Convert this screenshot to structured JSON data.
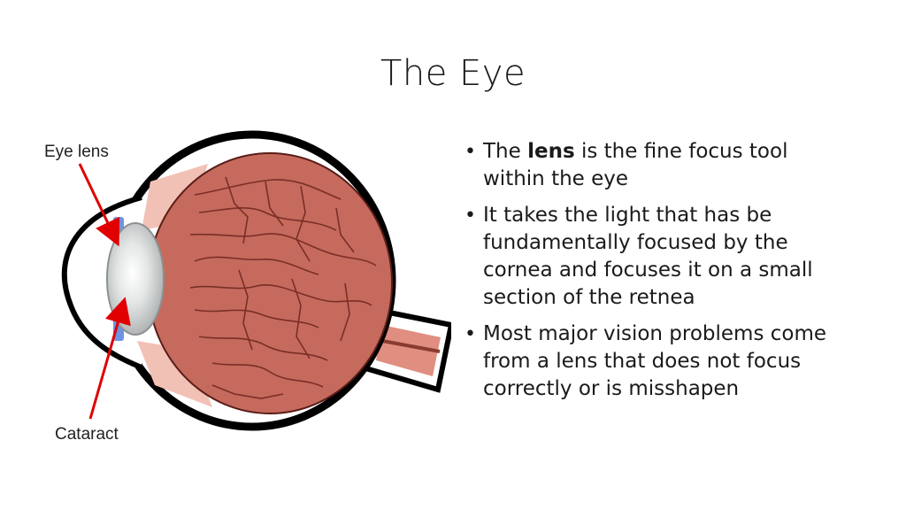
{
  "slide": {
    "title": "The Eye"
  },
  "diagram": {
    "labels": {
      "eye_lens": "Eye lens",
      "cataract": "Cataract"
    },
    "colors": {
      "sclera_outline": "#000000",
      "eye_interior": "#c66a5e",
      "vessels": "#7a2e26",
      "lens": "#d9dcdc",
      "iris_blue": "#6f93e0",
      "arrows": "#e00000",
      "optic_nerve": "#e08e80"
    }
  },
  "bullets": [
    {
      "before": "The ",
      "bold": "lens",
      "after": " is the fine focus tool within the eye"
    },
    {
      "before": "It takes the light that has be fundamentally focused by the cornea and focuses it on a small section of the retnea",
      "bold": "",
      "after": ""
    },
    {
      "before": "Most major vision problems come from a lens that does not focus correctly or is misshapen",
      "bold": "",
      "after": ""
    }
  ]
}
